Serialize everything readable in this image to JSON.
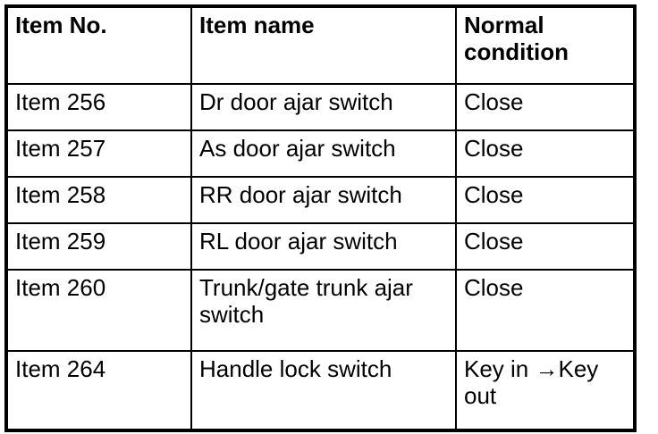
{
  "document": {
    "type": "data-table",
    "background_color": "#ffffff",
    "text_color": "#000000",
    "border_color": "#000000"
  },
  "table": {
    "headers": [
      "Item No.",
      "Item name",
      "Normal\ncondition"
    ],
    "rows": [
      {
        "item_no": "Item 256",
        "item_name": "Dr door ajar switch",
        "normal_condition": "Close"
      },
      {
        "item_no": "Item 257",
        "item_name": "As door ajar switch",
        "normal_condition": "Close"
      },
      {
        "item_no": "Item 258",
        "item_name": "RR door ajar switch",
        "normal_condition": "Close"
      },
      {
        "item_no": "Item 259",
        "item_name": "RL door ajar switch",
        "normal_condition": "Close"
      },
      {
        "item_no": "Item 260",
        "item_name": "Trunk/gate trunk ajar switch",
        "normal_condition": "Close"
      },
      {
        "item_no": "Item 264",
        "item_name": "Handle lock switch",
        "normal_condition": "Key in →Key out"
      }
    ]
  }
}
